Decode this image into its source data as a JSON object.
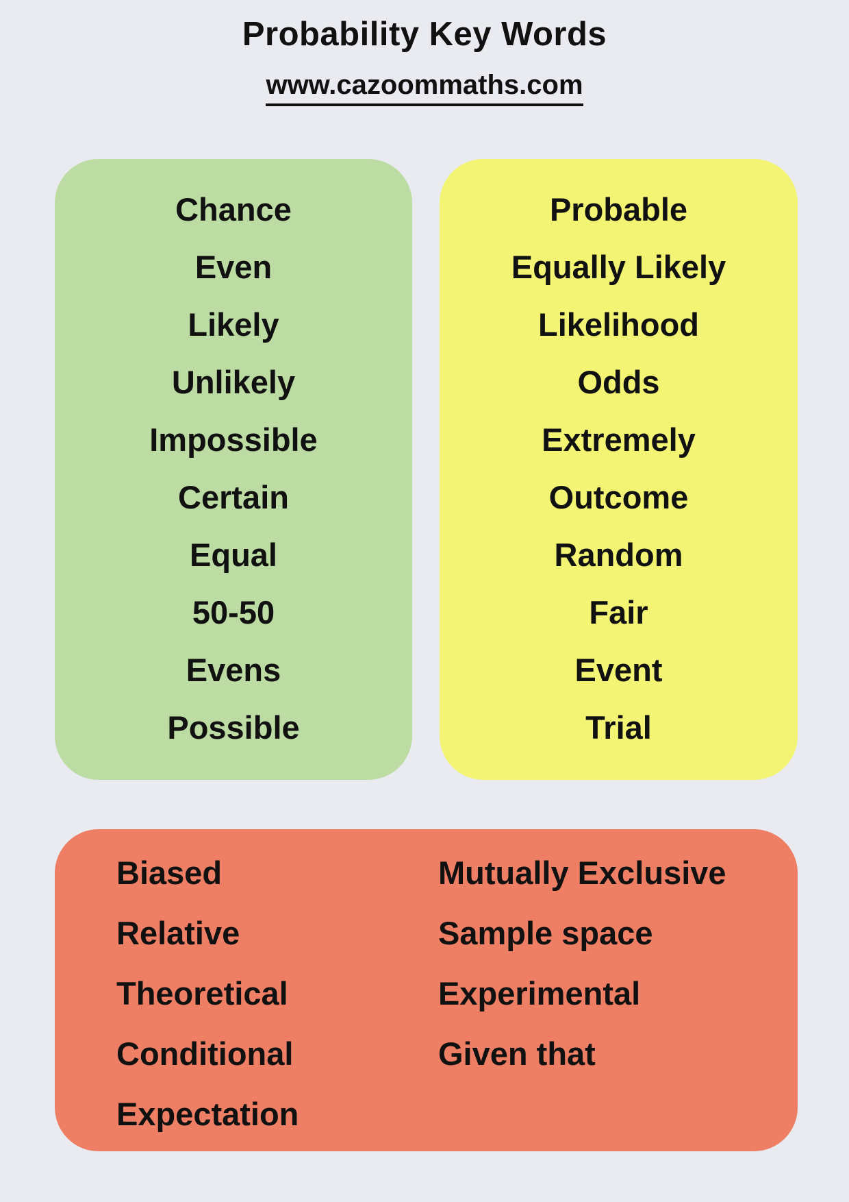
{
  "header": {
    "title": "Probability Key Words",
    "website": "www.cazoommaths.com"
  },
  "colors": {
    "background": "#e9ebf0",
    "green_box": "#bcdca3",
    "yellow_box": "#f3f473",
    "red_box": "#ee7e64",
    "text": "#111111"
  },
  "green_box": {
    "words": [
      "Chance",
      "Even",
      "Likely",
      "Unlikely",
      "Impossible",
      "Certain",
      "Equal",
      "50-50",
      "Evens",
      "Possible"
    ]
  },
  "yellow_box": {
    "words": [
      "Probable",
      "Equally Likely",
      "Likelihood",
      "Odds",
      "Extremely",
      "Outcome",
      "Random",
      "Fair",
      "Event",
      "Trial"
    ]
  },
  "red_box": {
    "column1": [
      "Biased",
      "Relative",
      "Theoretical",
      "Conditional",
      "Expectation"
    ],
    "column2": [
      "Mutually Exclusive",
      "Sample space",
      "Experimental",
      "Given that"
    ]
  }
}
